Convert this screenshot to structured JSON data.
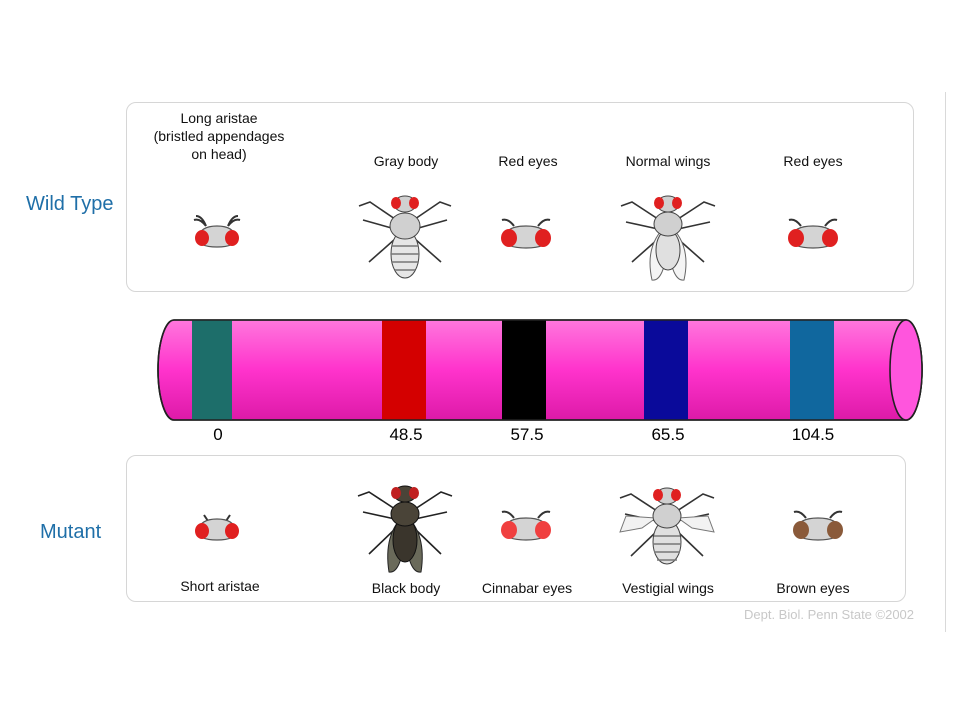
{
  "labels": {
    "wild_type": "Wild Type",
    "mutant": "Mutant"
  },
  "wild_type_traits": [
    "Long aristae\n(bristled appendages\non head)",
    "Gray body",
    "Red eyes",
    "Normal wings",
    "Red eyes"
  ],
  "mutant_traits": [
    "Short aristae",
    "Black body",
    "Cinnabar eyes",
    "Vestigial wings",
    "Brown eyes"
  ],
  "loci": [
    {
      "position": "0",
      "color": "#1d6e6a"
    },
    {
      "position": "48.5",
      "color": "#d40000"
    },
    {
      "position": "57.5",
      "color": "#000000"
    },
    {
      "position": "65.5",
      "color": "#0a0a9a"
    },
    {
      "position": "104.5",
      "color": "#10679e"
    }
  ],
  "chromosome_color": "#ff33cc",
  "credit": "Dept. Biol. Penn State ©2002"
}
